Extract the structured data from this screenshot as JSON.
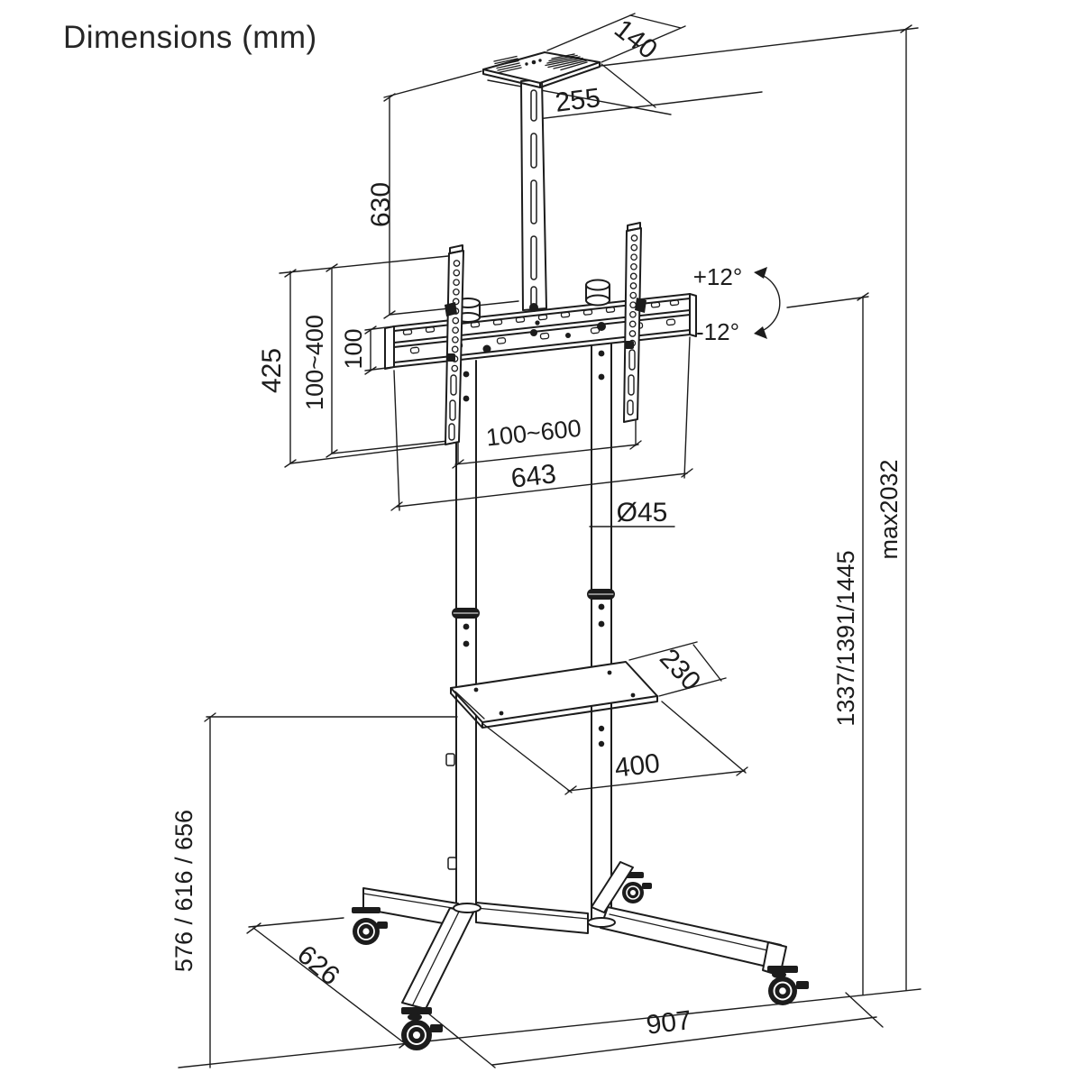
{
  "title": "Dimensions (mm)",
  "colors": {
    "line": "#1c1c1c",
    "background": "#ffffff"
  },
  "dimensions": {
    "top_plate_depth": "140",
    "top_plate_width": "255",
    "column_to_plate_height": "630",
    "bracket_height": "425",
    "vesa_vertical_range": "100~400",
    "bar_height": "100",
    "tilt_up": "+12°",
    "tilt_down": "-12°",
    "vesa_horizontal_range": "100~600",
    "bar_width": "643",
    "pole_diameter": "Ø45",
    "max_total_height": "max2032",
    "screen_center_heights": "1337/1391/1445",
    "shelf_depth": "230",
    "shelf_width": "400",
    "shelf_height_options": "576 / 616 / 656",
    "base_depth": "626",
    "base_width": "907"
  }
}
